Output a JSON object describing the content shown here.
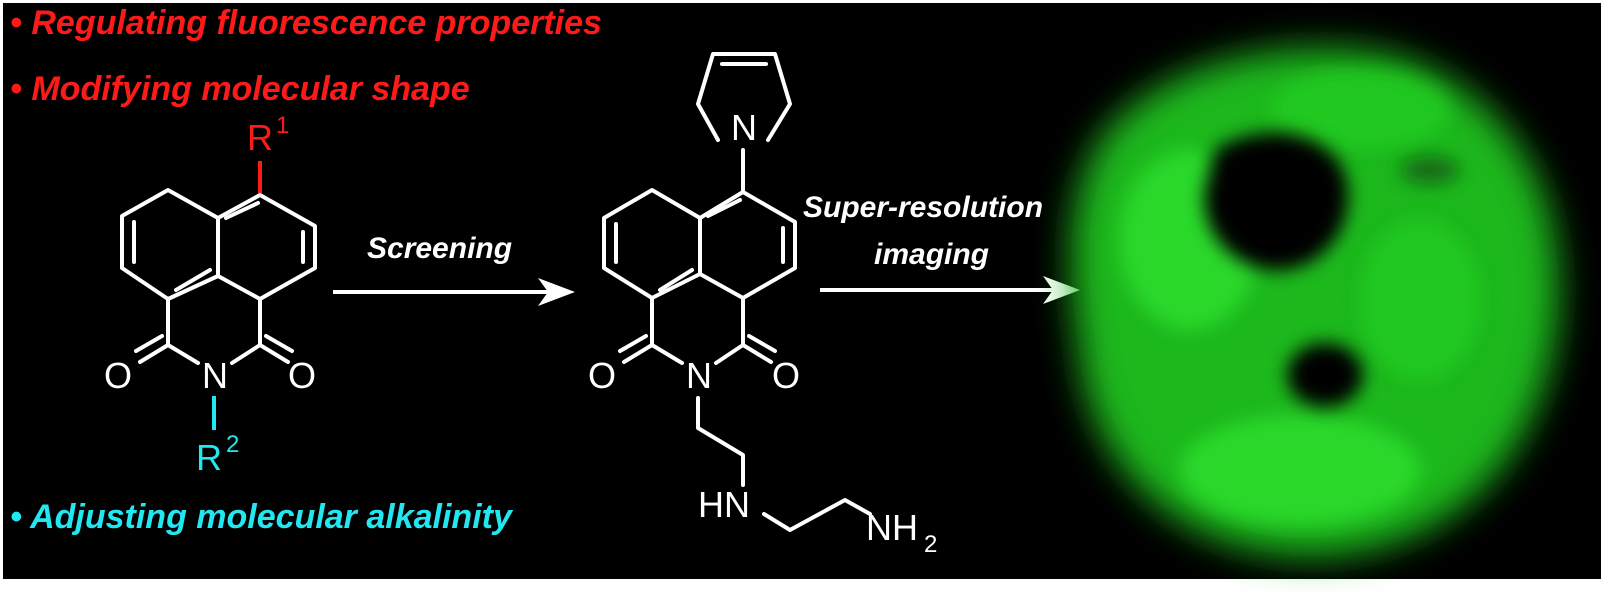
{
  "annotations": {
    "fluorescence": "• Regulating fluorescence properties",
    "shape": "• Modifying molecular shape",
    "alkalinity": "• Adjusting molecular alkalinity"
  },
  "steps": {
    "screening": "Screening",
    "imaging_line1": "Super-resolution",
    "imaging_line2": "imaging"
  },
  "scaffold_atoms": {
    "r1": "R",
    "r1_sup": "1",
    "r2": "R",
    "r2_sup": "2",
    "n": "N",
    "o_left": "O",
    "o_right": "O"
  },
  "probe_atoms": {
    "pyrroline_n": "N",
    "imide_n": "N",
    "o_left": "O",
    "o_right": "O",
    "hn": "HN",
    "nh": "NH",
    "nh_sub": "2"
  },
  "colors": {
    "background": "#000000",
    "frame": "#ffffff",
    "red_text": "#ff1a1a",
    "cyan_text": "#22e6f0",
    "bond": "#ffffff",
    "fluorescence_green": "#1fd21f"
  }
}
